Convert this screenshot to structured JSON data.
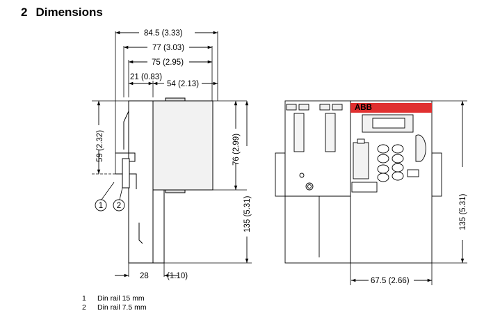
{
  "heading": {
    "number": "2",
    "title": "Dimensions"
  },
  "dimensions": {
    "overall_depth": "84.5 (3.33)",
    "depth_77": "77 (3.03)",
    "depth_75": "75 (2.95)",
    "offset_21": "21 (0.83)",
    "depth_54": "54 (2.13)",
    "height_59": "59 (2.32)",
    "height_76": "76 (2.99)",
    "height_135_side": "135 (5.31)",
    "base_28": "28",
    "base_28_inch": "(1.10)",
    "width_67_5": "67.5 (2.66)",
    "height_135_front": "135 (5.31)"
  },
  "callouts": [
    "1",
    "2"
  ],
  "brand_logo": "ABB",
  "legend": [
    {
      "number": "1",
      "text": "Din rail 15 mm"
    },
    {
      "number": "2",
      "text": "Din rail 7.5 mm"
    }
  ]
}
